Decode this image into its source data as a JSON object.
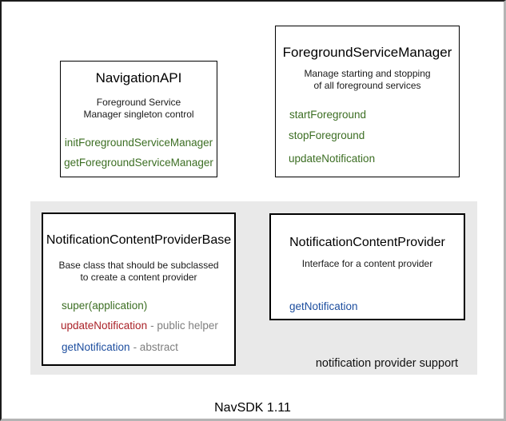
{
  "caption": "NavSDK 1.11",
  "panel": {
    "label": "notification provider support",
    "background": "#E9E9E9"
  },
  "colors": {
    "method_green": "#3C6E23",
    "method_red": "#AA2228",
    "method_blue": "#1C4D9E",
    "annotation_gray": "#7E7E7E",
    "box_border": "#000000",
    "text_black": "#000000"
  },
  "boxes": {
    "navigation_api": {
      "title": "NavigationAPI",
      "description_line1": "Foreground Service",
      "description_line2": "Manager singleton control",
      "methods": [
        "initForegroundServiceManager",
        "getForegroundServiceManager"
      ]
    },
    "foreground_service_manager": {
      "title": "ForegroundServiceManager",
      "description_line1": "Manage starting and stopping",
      "description_line2": "of all foreground services",
      "methods": [
        "startForeground",
        "stopForeground",
        "updateNotification"
      ]
    },
    "notification_content_provider_base": {
      "title": "NotificationContentProviderBase",
      "description_line1": "Base class that should be subclassed",
      "description_line2": "to create a content provider",
      "methods": [
        {
          "name": "super(application)",
          "annotation": ""
        },
        {
          "name": "updateNotification",
          "annotation": "- public helper"
        },
        {
          "name": "getNotification",
          "annotation": "- abstract"
        }
      ]
    },
    "notification_content_provider": {
      "title": "NotificationContentProvider",
      "description_line1": "Interface for a content provider",
      "methods": [
        "getNotification"
      ]
    }
  }
}
